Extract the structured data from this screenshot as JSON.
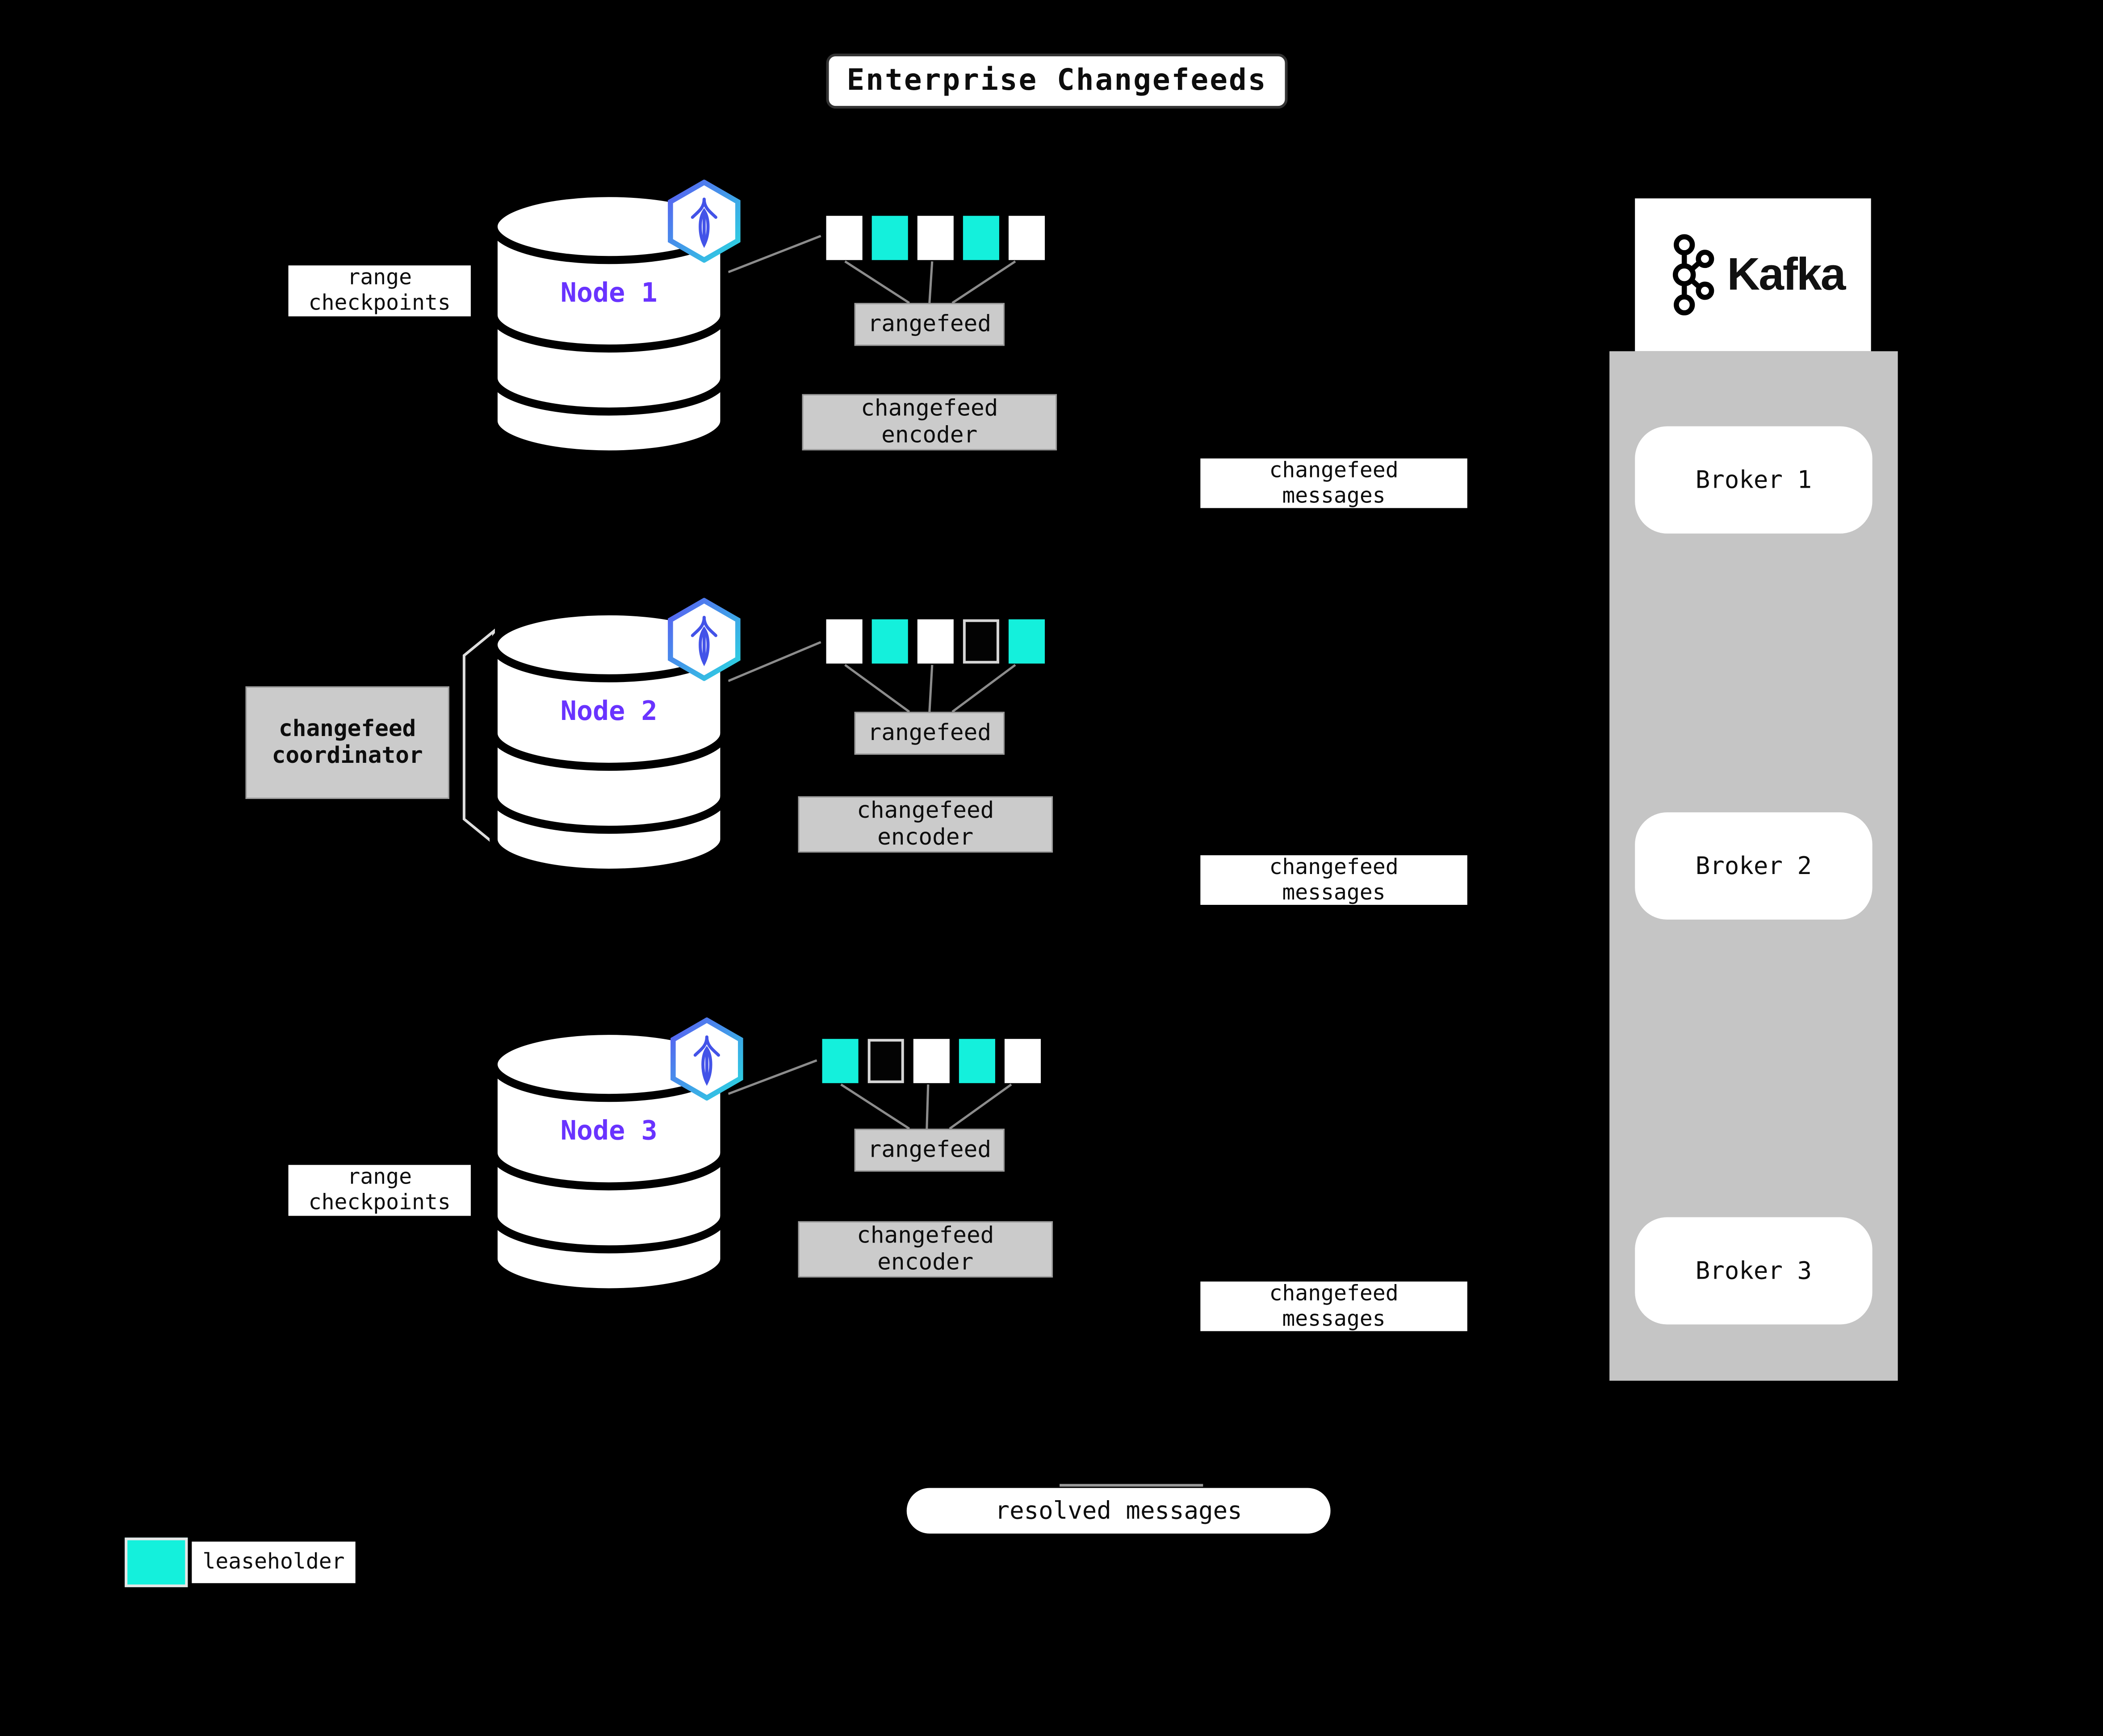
{
  "title": "Enterprise Changefeeds",
  "colors": {
    "leaseholder": "#14F0DC",
    "node-label": "#6933FF",
    "box-gray": "#CBCBCB",
    "panel-gray": "#C5C5C5"
  },
  "nodes": [
    {
      "label": "Node 1",
      "checkpoint_label": "range\ncheckpoints",
      "rangefeed_label": "rangefeed",
      "encoder_label": "changefeed\nencoder",
      "ranges": [
        "white",
        "leaseholder",
        "white",
        "leaseholder",
        "white"
      ]
    },
    {
      "label": "Node 2",
      "coordinator_label": "changefeed\ncoordinator",
      "rangefeed_label": "rangefeed",
      "encoder_label": "changefeed\nencoder",
      "ranges": [
        "white",
        "leaseholder",
        "white",
        "hollow",
        "leaseholder"
      ]
    },
    {
      "label": "Node 3",
      "checkpoint_label": "range\ncheckpoints",
      "rangefeed_label": "rangefeed",
      "encoder_label": "changefeed\nencoder",
      "ranges": [
        "leaseholder",
        "hollow",
        "white",
        "leaseholder",
        "white"
      ]
    }
  ],
  "flows": {
    "messages": [
      "changefeed\nmessages",
      "changefeed\nmessages",
      "changefeed\nmessages"
    ],
    "resolved": "resolved messages"
  },
  "kafka": {
    "wordmark": "Kafka",
    "brokers": [
      "Broker 1",
      "Broker 2",
      "Broker 3"
    ]
  },
  "legend": {
    "label": "leaseholder"
  }
}
